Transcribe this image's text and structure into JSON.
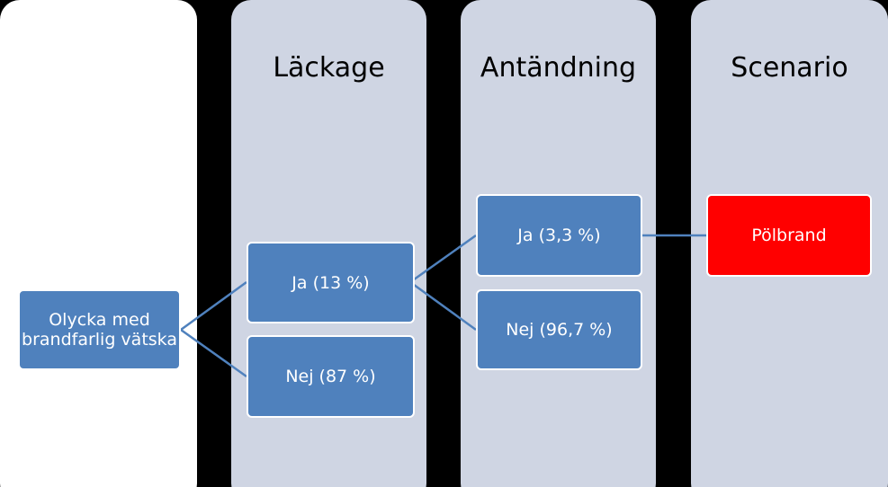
{
  "columns": [
    {
      "title": ""
    },
    {
      "title": "Läckage"
    },
    {
      "title": "Antändning"
    },
    {
      "title": "Scenario"
    }
  ],
  "nodes": {
    "start": "Olycka med brandfarlig vätska",
    "leak_yes": "Ja (13 %)",
    "leak_no": "Nej (87 %)",
    "ignition_yes": "Ja (3,3 %)",
    "ignition_no": "Nej (96,7 %)",
    "scenario": "Pölbrand"
  },
  "colors": {
    "column_bg": "#cfd5e3",
    "node_blue": "#4f81bd",
    "node_red": "#ff0000",
    "background": "#000000"
  }
}
